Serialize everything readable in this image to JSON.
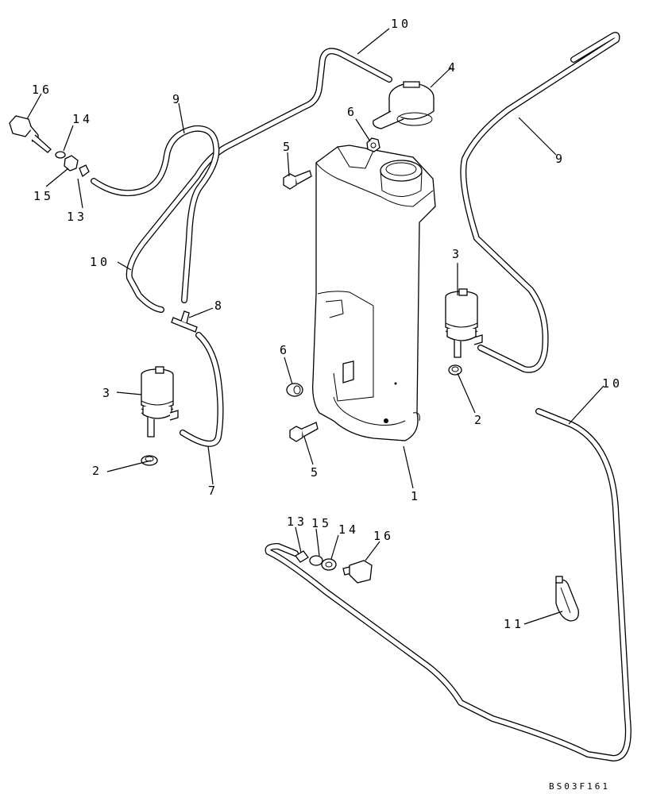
{
  "diagram": {
    "drawing_code": "BS03F161",
    "callouts": [
      {
        "id": "c1",
        "label": "1"
      },
      {
        "id": "c2a",
        "label": "2"
      },
      {
        "id": "c2b",
        "label": "2"
      },
      {
        "id": "c3a",
        "label": "3"
      },
      {
        "id": "c3b",
        "label": "3"
      },
      {
        "id": "c4",
        "label": "4"
      },
      {
        "id": "c5a",
        "label": "5"
      },
      {
        "id": "c5b",
        "label": "5"
      },
      {
        "id": "c6a",
        "label": "6"
      },
      {
        "id": "c6b",
        "label": "6"
      },
      {
        "id": "c7",
        "label": "7"
      },
      {
        "id": "c8",
        "label": "8"
      },
      {
        "id": "c9a",
        "label": "9"
      },
      {
        "id": "c9b",
        "label": "9"
      },
      {
        "id": "c10a",
        "label": "10"
      },
      {
        "id": "c10b",
        "label": "10"
      },
      {
        "id": "c10c",
        "label": "10"
      },
      {
        "id": "c11",
        "label": "11"
      },
      {
        "id": "c13a",
        "label": "13"
      },
      {
        "id": "c13b",
        "label": "13"
      },
      {
        "id": "c14a",
        "label": "14"
      },
      {
        "id": "c14b",
        "label": "14"
      },
      {
        "id": "c15a",
        "label": "15"
      },
      {
        "id": "c15b",
        "label": "15"
      },
      {
        "id": "c16a",
        "label": "16"
      },
      {
        "id": "c16b",
        "label": "16"
      }
    ]
  }
}
